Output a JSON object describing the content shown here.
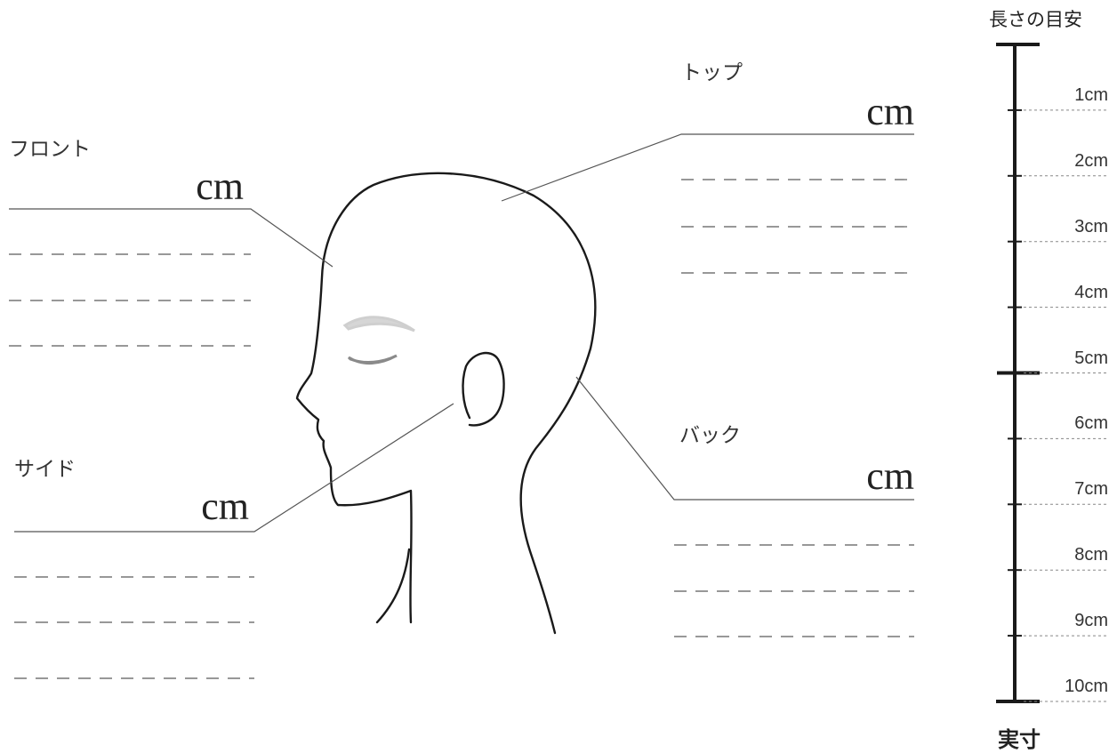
{
  "regions": {
    "top": {
      "label": "トップ",
      "unit": "cm"
    },
    "front": {
      "label": "フロント",
      "unit": "cm"
    },
    "side": {
      "label": "サイド",
      "unit": "cm"
    },
    "back": {
      "label": "バック",
      "unit": "cm"
    }
  },
  "ruler": {
    "title": "長さの目安",
    "footer": "実寸",
    "ticks": [
      "1cm",
      "2cm",
      "3cm",
      "4cm",
      "5cm",
      "6cm",
      "7cm",
      "8cm",
      "9cm",
      "10cm"
    ]
  }
}
